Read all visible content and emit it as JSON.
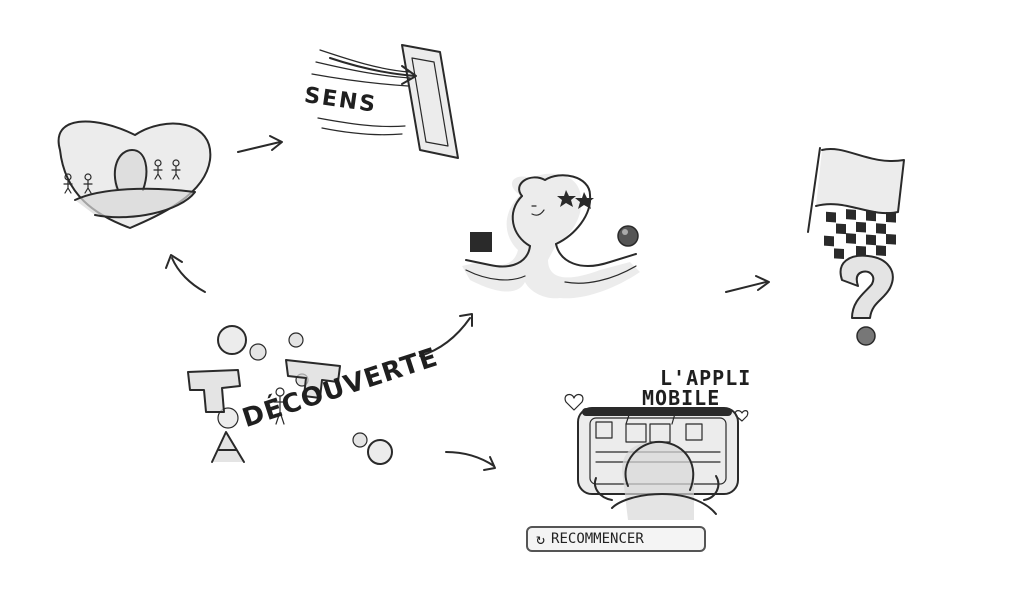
{
  "labels": {
    "sens": "SENS",
    "decouverte": "DÉCOUVERTE",
    "appli_line1": "L'APPLI",
    "appli_line2": "MOBILE",
    "recommencer": "RECOMMENCER"
  },
  "icons": {
    "restart": "↻"
  },
  "colors": {
    "pencil": "#2a2a2a",
    "background": "#ffffff",
    "shade": "#d9d9d9"
  }
}
